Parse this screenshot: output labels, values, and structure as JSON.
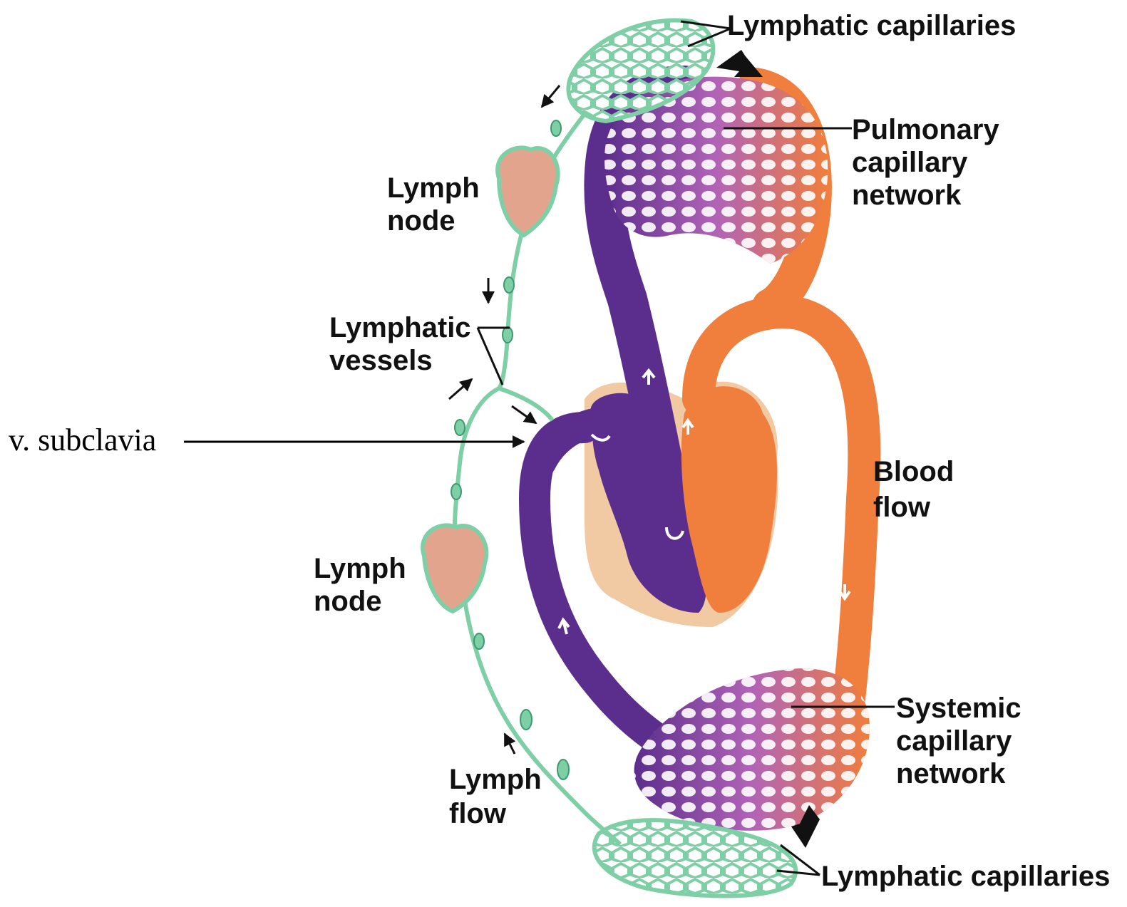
{
  "labels": {
    "lymphatic_capillaries_top": "Lymphatic capillaries",
    "pulmonary_capillary_network": [
      "Pulmonary",
      "capillary",
      "network"
    ],
    "lymph_node_top": [
      "Lymph",
      "node"
    ],
    "lymphatic_vessels": [
      "Lymphatic",
      "vessels"
    ],
    "v_subclavia": "v. subclavia",
    "blood_flow": [
      "Blood",
      "flow"
    ],
    "lymph_node_bottom": [
      "Lymph",
      "node"
    ],
    "systemic_capillary_network": [
      "Systemic",
      "capillary",
      "network"
    ],
    "lymph_flow": [
      "Lymph",
      "flow"
    ],
    "lymphatic_capillaries_bottom": "Lymphatic capillaries"
  },
  "colors": {
    "lymph": "#7fcfa6",
    "lymph_dark": "#3c9a6e",
    "node": "#e3a48e",
    "vein": "#5b2d8c",
    "artery": "#f07e3c",
    "capillary_mix": "#b164b6",
    "heart_halo": "#f1c9a3"
  }
}
